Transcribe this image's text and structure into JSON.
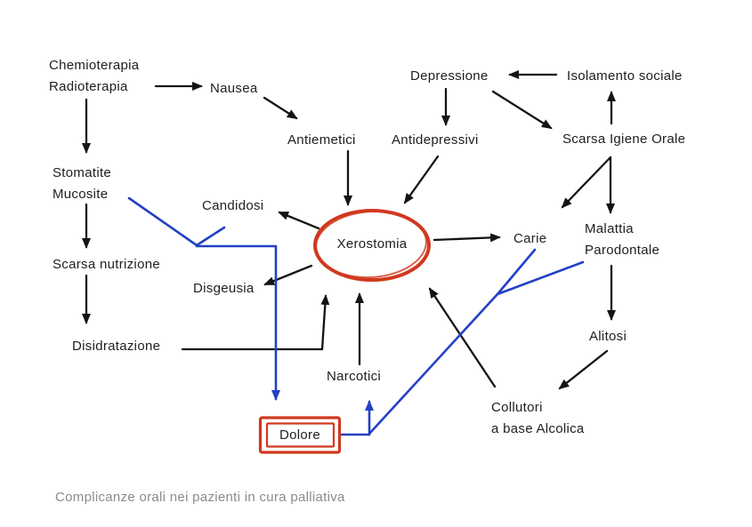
{
  "diagram": {
    "caption": "Complicanze orali nei pazienti in cura palliativa",
    "nodes": {
      "chemioterapia": {
        "line1": "Chemioterapia",
        "line2": "Radioterapia"
      },
      "nausea": "Nausea",
      "antiemetici": "Antiemetici",
      "depressione": "Depressione",
      "isolamento": "Isolamento sociale",
      "antidepressivi": "Antidepressivi",
      "scarsa_igiene": "Scarsa Igiene Orale",
      "stomatite": {
        "line1": "Stomatite",
        "line2": "Mucosite"
      },
      "candidosi": "Candidosi",
      "xerostomia": "Xerostomia",
      "carie": "Carie",
      "malattia": {
        "line1": "Malattia",
        "line2": "Parodontale"
      },
      "scarsa_nutrizione": "Scarsa nutrizione",
      "disgeusia": "Disgeusia",
      "disidratazione": "Disidratazione",
      "alitosi": "Alitosi",
      "narcotici": "Narcotici",
      "dolore": "Dolore",
      "collutori": {
        "line1": "Collutori",
        "line2": "a base Alcolica"
      }
    },
    "colors": {
      "text": "#1e1e1e",
      "arrow_black": "#141414",
      "highlight_blue": "#2240c6",
      "highlight_red": "#d0391f",
      "caption_gray": "#8b8b8b"
    }
  }
}
